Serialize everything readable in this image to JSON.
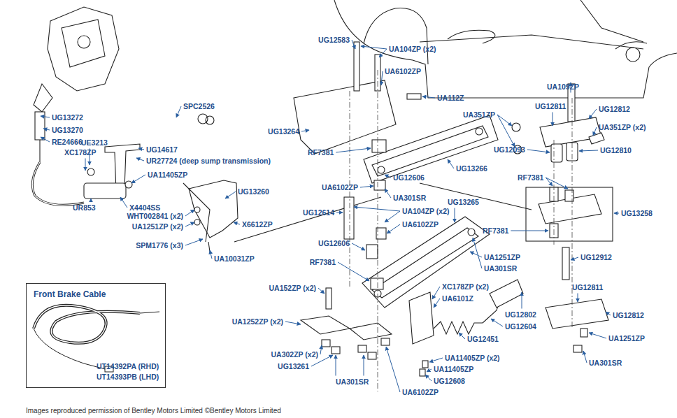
{
  "diagram": {
    "caption": "Images reproduced permission of Bentley Motors Limited ©Bentley Motors Limited",
    "nodes": [
      {
        "text": [
          "Front Brake Cable",
          "UT14392PA (RHD)",
          "UT14393PB (LHD)"
        ]
      }
    ],
    "labels": [
      "UG13272",
      "UG13270",
      "RE24666",
      "SPC2526",
      "UE3213",
      "XC178ZP",
      "UG14617",
      "UR27724 (deep sump transmission)",
      "UA11405ZP",
      "UR853",
      "X4404SS",
      "UG13260",
      "WHT002841 (x2)",
      "X6612ZP",
      "UA1251ZP (x2)",
      "SPM1776 (x3)",
      "UA10031ZP",
      "UG12583",
      "UA104ZP (x2)",
      "UA6102ZP",
      "UG13264",
      "UA112Z",
      "RF7381",
      "UG13266",
      "UG12606",
      "UA6102ZP",
      "UA301SR",
      "UG12614",
      "UG13265",
      "UA104ZP (x2)",
      "UA6102ZP",
      "UG12606",
      "RF7381",
      "UA152ZP (x2)",
      "UA1251ZP",
      "UA301SR",
      "XC178ZP (x2)",
      "UA6101Z",
      "UA1252ZP (x2)",
      "UA302ZP (x2)",
      "UG13261",
      "UA301SR",
      "UA6102ZP",
      "UG12604",
      "UG12451",
      "UA11405ZP (x2)",
      "UA11405ZP",
      "UG12608",
      "UA109ZP",
      "UA351ZP",
      "UG12811",
      "UG12812",
      "UA351ZP (x2)",
      "UG12093",
      "UG12810",
      "RF7381",
      "UG13258",
      "RF7381",
      "UG12912",
      "UG12811",
      "UG12802",
      "UG12812",
      "UA1251ZP",
      "UA301SR"
    ]
  }
}
